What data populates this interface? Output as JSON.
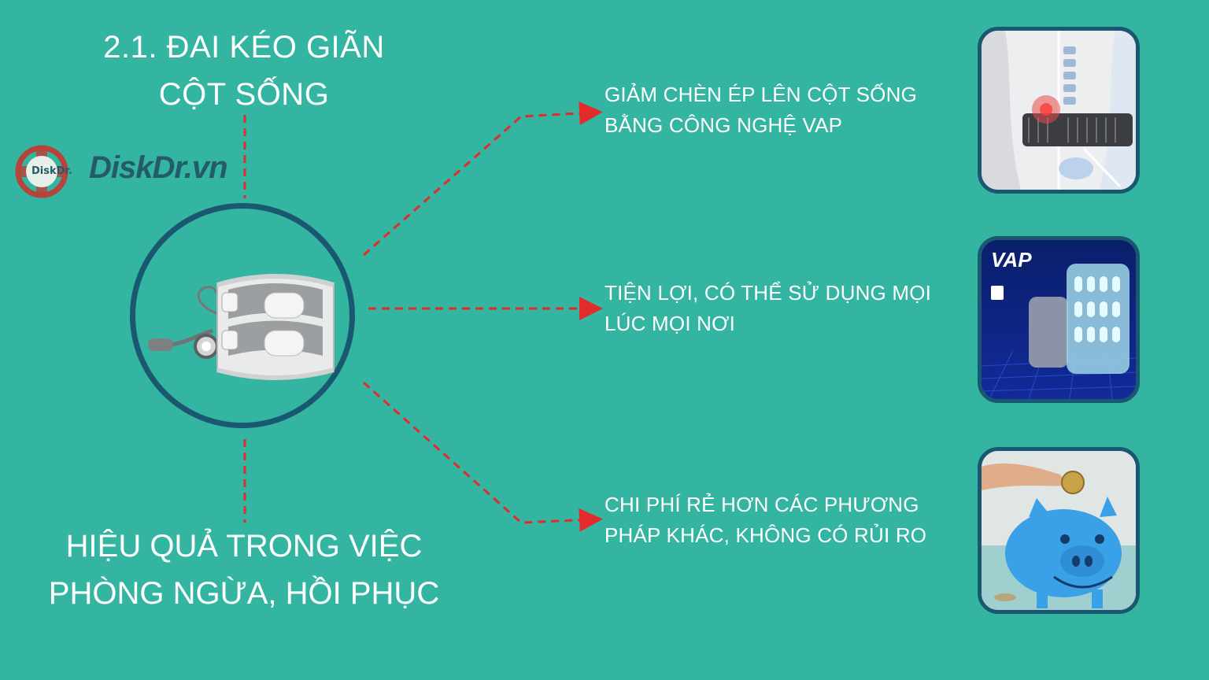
{
  "header": {
    "title_line1": "2.1. ĐAI KÉO GIÃN",
    "title_line2": "CỘT SỐNG"
  },
  "logo": {
    "badge_text": "DiskDr.",
    "brand_text": "DiskDr.vn"
  },
  "footer": {
    "line1": "HIỆU QUẢ TRONG VIỆC",
    "line2": "PHÒNG NGỪA, HỒI PHỤC"
  },
  "benefits": [
    {
      "line1": "GIẢM CHÈN ÉP LÊN CỘT SỐNG",
      "line2": "BẰNG CÔNG NGHỆ VAP",
      "image": "spine-belt-illustration"
    },
    {
      "line1": "TIỆN LỢI, CÓ THỂ SỬ DỤNG MỌI",
      "line2": "LÚC MỌI NƠI",
      "image": "vap-technology-render"
    },
    {
      "line1": "CHI PHÍ RẺ HƠN CÁC PHƯƠNG",
      "line2": "PHÁP KHÁC, KHÔNG CÓ RỦI RO",
      "image": "piggy-bank-photo"
    }
  ],
  "vap_label": "VAP",
  "colors": {
    "background": "#33b5a2",
    "ring": "#1a5770",
    "connector": "#e32b2b",
    "text": "#ffffff",
    "brand": "#245a6a",
    "badge_cross": "#b6443a"
  }
}
